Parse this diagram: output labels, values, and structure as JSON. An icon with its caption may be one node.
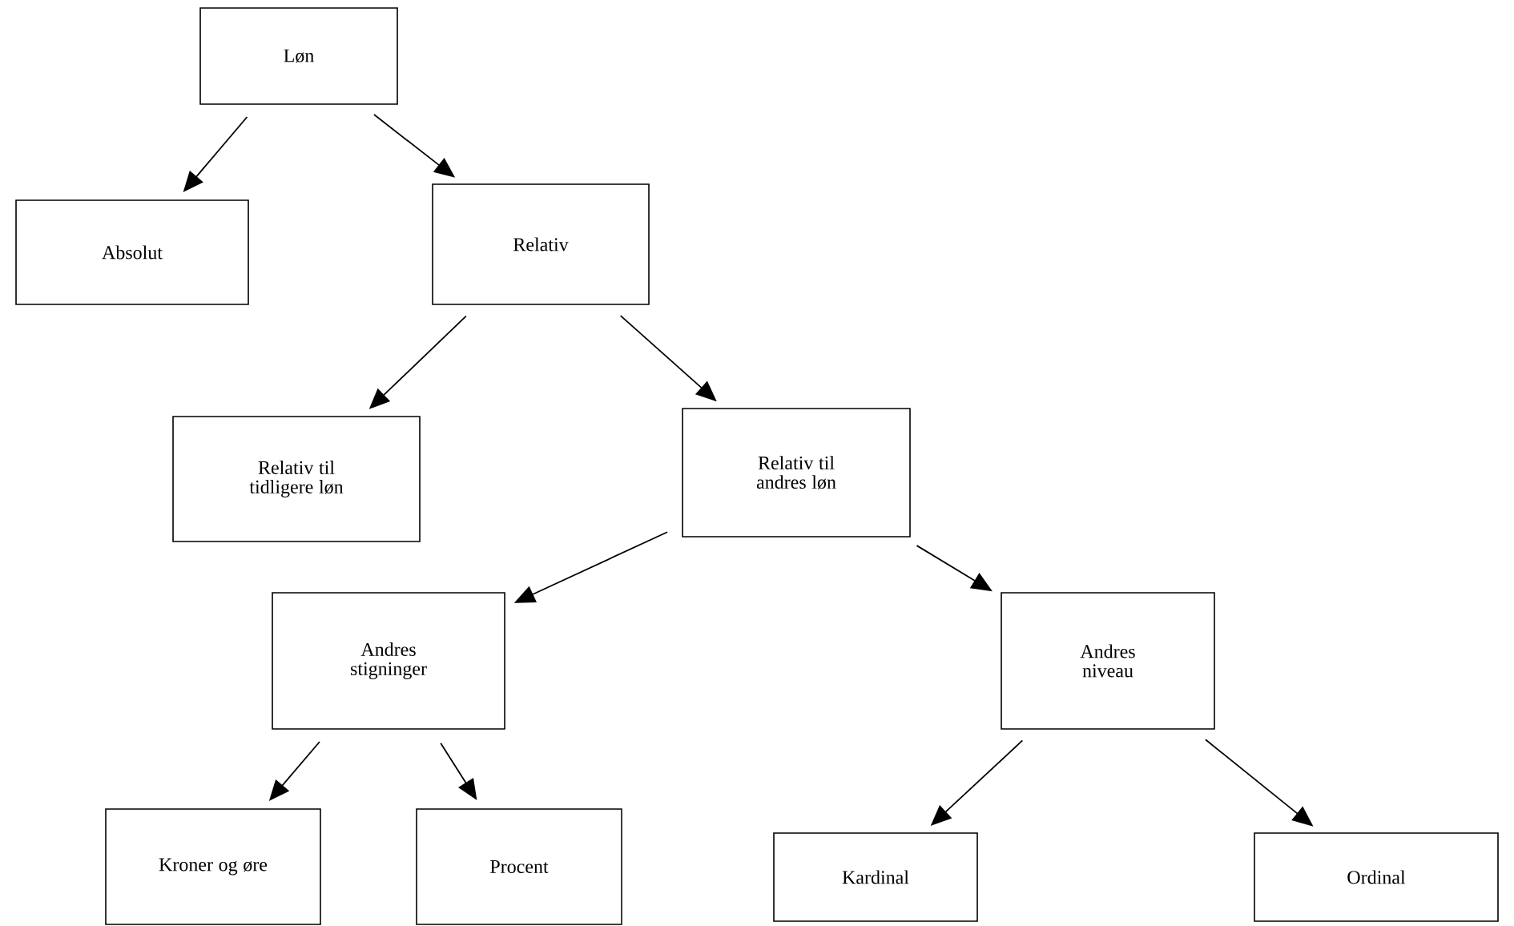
{
  "diagram": {
    "nodes": [
      {
        "text": [
          "Løn"
        ]
      },
      {
        "text": [
          "Absolut"
        ]
      },
      {
        "text": [
          "Relativ"
        ]
      },
      {
        "text": [
          "Relativ til tidligere løn"
        ]
      },
      {
        "text": [
          "Relativ til andres løn"
        ]
      },
      {
        "text": [
          "Andres stigninger"
        ]
      },
      {
        "text": [
          "Andres niveau"
        ]
      },
      {
        "text": [
          "Kroner og øre"
        ]
      },
      {
        "text": [
          "Procent"
        ]
      },
      {
        "text": [
          "Kardinal"
        ]
      },
      {
        "text": [
          "Ordinal"
        ]
      }
    ],
    "edges": [
      {
        "from": 0,
        "to": 1,
        "arrow": "to"
      },
      {
        "from": 0,
        "to": 2,
        "arrow": "to"
      },
      {
        "from": 2,
        "to": 3,
        "arrow": "to"
      },
      {
        "from": 2,
        "to": 4,
        "arrow": "to"
      },
      {
        "from": 4,
        "to": 5,
        "arrow": "to"
      },
      {
        "from": 4,
        "to": 6,
        "arrow": "to"
      },
      {
        "from": 5,
        "to": 7,
        "arrow": "to"
      },
      {
        "from": 5,
        "to": 8,
        "arrow": "to"
      },
      {
        "from": 6,
        "to": 9,
        "arrow": "to"
      },
      {
        "from": 6,
        "to": 10,
        "arrow": "to"
      }
    ]
  }
}
